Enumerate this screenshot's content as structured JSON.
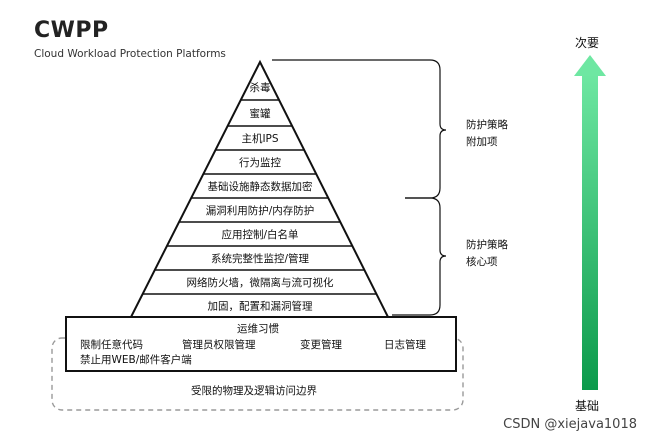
{
  "header": {
    "title": "CWPP",
    "subtitle": "Cloud Workload Protection Platforms"
  },
  "pyramid": {
    "layers": [
      "杀毒",
      "蜜罐",
      "主机IPS",
      "行为监控",
      "基础设施静态数据加密",
      "漏洞利用防护/内存防护",
      "应用控制/白名单",
      "系统完整性监控/管理",
      "网络防火墙，微隔离与流可视化",
      "加固，配置和漏洞管理"
    ]
  },
  "base": {
    "title": "运维习惯",
    "items": [
      "限制任意代码",
      "管理员权限管理",
      "变更管理",
      "日志管理"
    ],
    "item2": "禁止用WEB/邮件客户端",
    "boundary": "受限的物理及逻辑访问边界"
  },
  "groups": {
    "addon": [
      "防护策略",
      "附加项"
    ],
    "core": [
      "防护策略",
      "核心项"
    ]
  },
  "axis": {
    "top": "次要",
    "bottom": "基础",
    "color_top": "#6ee7a2",
    "color_bottom": "#0b9a4b"
  },
  "watermark": "CSDN @xiejava1018"
}
